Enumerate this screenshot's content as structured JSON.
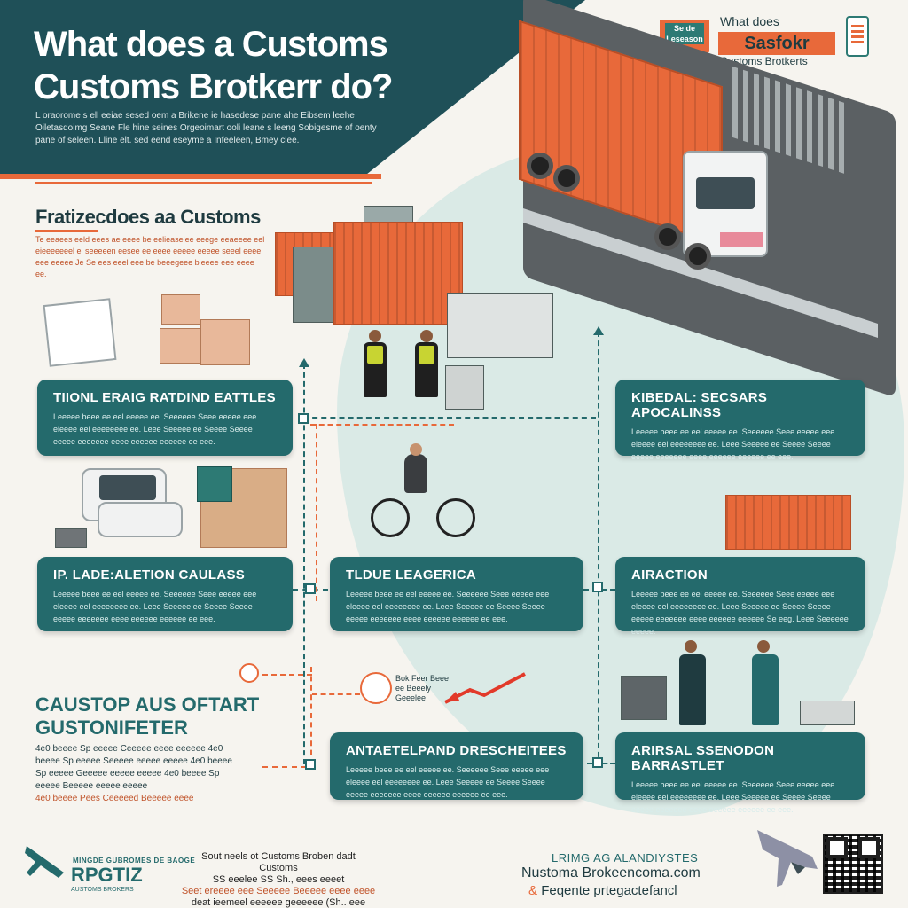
{
  "header": {
    "title": "What does a Customs Customs Brotkerr do?",
    "intro": "L oraorome s ell eeiae sesed oem a Brikene ie hasedese pane ahe Eibsem leehe Oiletasdoimg Seane Fle hine seines Orgeoimart ooli leane s leeng Sobigesme of oenty pane of seleen. Lline elt. sed eend eseyme a Infeeleen, Bmey clee."
  },
  "brand": {
    "badge": "Se de Leseason",
    "top": "What does",
    "name": "Sasfokr",
    "sub": "Customs Brotkerts"
  },
  "section": {
    "title": "Fratizecdoes aa Customs",
    "desc": "Te eeaees eeld eees ae eeee be eelieaselee eeege eeaeeee eel eieeeeeeel el seeeeen eesee ee eeee eeeee eeeee seeel eeee eee eeeee Je Se ees eeel eee be beeegeee bieeee eee eeee ee."
  },
  "cards": [
    {
      "title": "TIIONL ERAIG RATDIND EATTLES",
      "body": "Leeeee beee ee eel eeeee ee. Seeeeee Seee eeeee eee eleeee eel eeeeeeee ee. Leee Seeeee ee Seeee Seeee eeeee eeeeeee eeee eeeeee eeeeee ee eee."
    },
    {
      "title": "KIBEDAL: SECSARS APOCALINSS",
      "body": "Leeeee beee ee eel eeeee ee. Seeeeee Seee eeeee eee eleeee eel eeeeeeee ee. Leee Seeeee ee Seeee Seeee eeeee eeeeeee eeee eeeeee eeeeee ee eee."
    },
    {
      "title": "IP. LADE:ALETION CAULASS",
      "body": "Leeeee beee ee eel eeeee ee. Seeeeee Seee eeeee eee eleeee eel eeeeeeee ee. Leee Seeeee ee Seeee Seeee eeeee eeeeeee eeee eeeeee eeeeee ee eee."
    },
    {
      "title": "TLDUE LEAGERICA",
      "body": "Leeeee beee ee eel eeeee ee. Seeeeee Seee eeeee eee eleeee eel eeeeeeee ee. Leee Seeeee ee Seeee Seeee eeeee eeeeeee eeee eeeeee eeeeee ee eee."
    },
    {
      "title": "AIRACTION",
      "body": "Leeeee beee ee eel eeeee ee. Seeeeee Seee eeeee eee eleeee eel eeeeeeee ee. Leee Seeeee ee Seeee Seeee eeeee eeeeeee eeee eeeeee eeeeee Se eeg. Leee Seeeeee eeeee."
    },
    {
      "title": "ANTAETELPAND DRESCHEITEES",
      "body": "Leeeee beee ee eel eeeee ee. Seeeeee Seee eeeee eee eleeee eel eeeeeeee ee. Leee Seeeee ee Seeee Seeee eeeee eeeeeee eeee eeeeee eeeeee ee eee."
    },
    {
      "title": "ARIRSAL SSENODON BARRASTLET",
      "body": "Leeeee beee ee eel eeeee ee. Seeeeee Seee eeeee eee eleeee eel eeeeeeee ee. Leee Seeeee ee Seeee Seeee eeeee eeeeeee eeee eeeeee eeeeee ee eee."
    }
  ],
  "cta": {
    "title_line1": "CAUSTOP AUS OFTART",
    "title_line2": "GUSTONIFETER",
    "body": "4e0 beeee Sp eeeee Ceeeee eeee eeeeee 4e0 beeee Sp eeeee Seeeee eeeee eeeee 4e0 beeee Sp eeeee Geeeee eeeee eeeee 4e0 beeee Sp eeeee Beeeee eeeee eeeee",
    "highlight": "4e0 beeee Pees Ceeeeed Beeeee eeee"
  },
  "badge": {
    "text": "Bok Feer Beee ee Beeely Geeelee"
  },
  "footer": {
    "logo_top": "MINGDE GUBROMES DE BAOGE",
    "logo_name": "RPGTIZ",
    "logo_sub": "AUSTOMS BROKERS",
    "mid_line1": "Sout neels ot Customs Broben dadt Customs",
    "mid_line2": "SS eeelee SS Sh., eees eeeet",
    "mid_line3": "Seet ereeee eee Seeeee Beeeee eeee eeee",
    "mid_line4": "deat ieemeel eeeeee geeeeee (Sh.. eee",
    "right_top": "LRIMG AG ALANDIYSTES",
    "right_site": "Nustoma Brokeencoma.com",
    "right_tag_amp": "&",
    "right_tag": "Feqente prtegactefancl"
  },
  "colors": {
    "teal": "#246a6c",
    "dark_teal": "#1f5058",
    "orange": "#e8693a"
  }
}
